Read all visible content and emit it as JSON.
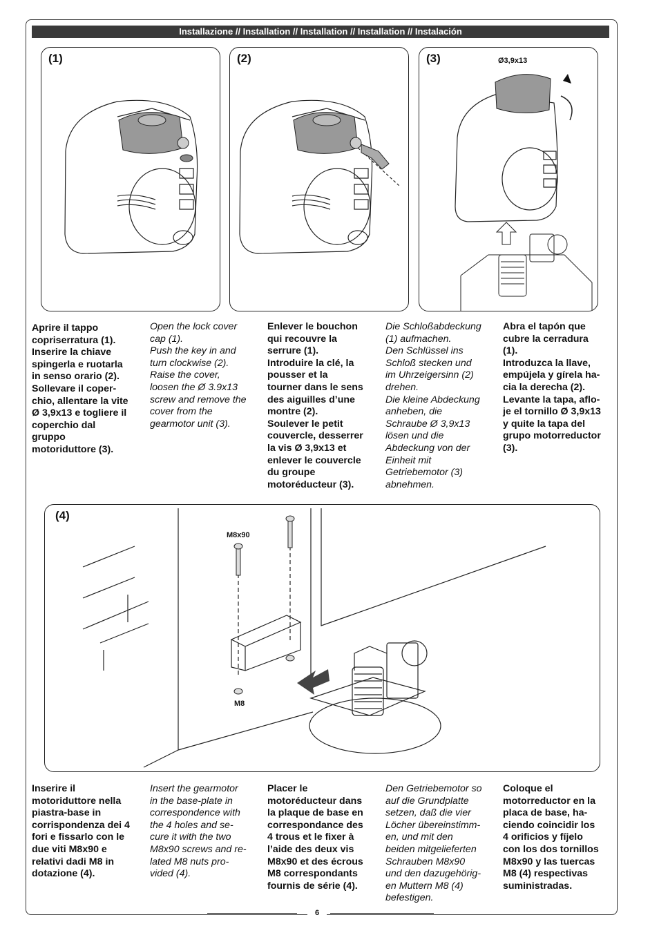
{
  "header": "Installazione // Installation // Installation // Installation // Instalación",
  "panels": {
    "p1": "(1)",
    "p2": "(2)",
    "p3": "(3)",
    "p4": "(4)",
    "screw3": "Ø3,9x13",
    "screw4": "M8x90",
    "nut4": "M8"
  },
  "step1": {
    "it": "Aprire il tappo\ncopriserratura (1).\nInserire la chiave\nspingerla e ruotarla\nin senso orario (2).\nSollevare il coper-\nchio, allentare la vite\nØ 3,9x13 e togliere il\ncoperchio dal\ngruppo\nmotoriduttore (3).",
    "en": "Open the lock cover\ncap (1).\nPush the key in and\nturn clockwise (2).\nRaise the cover,\nloosen the Ø 3.9x13\nscrew and remove the\ncover from the\ngearmotor unit (3).",
    "fr": "Enlever le bouchon\nqui recouvre la\nserrure (1).\nIntroduire la clé, la\npousser et la\ntourner dans le sens\ndes aiguilles d’une\nmontre (2).\nSoulever le petit\ncouvercle, desserrer\nla vis Ø 3,9x13 et\nenlever le couvercle\ndu groupe\nmotoréducteur (3).",
    "de": "Die Schloßabdeckung\n(1) aufmachen.\nDen Schlüssel ins\nSchloß stecken und\nim Uhrzeigersinn (2)\ndrehen.\nDie kleine Abdeckung\nanheben, die\nSchraube Ø 3,9x13\nlösen und die\nAbdeckung von der\nEinheit mit\nGetriebemotor (3)\nabnehmen.",
    "es": "Abra el tapón que\ncubre la cerradura\n(1).\nIntroduzca la llave,\nempújela y gírela ha-\ncia la derecha (2).\nLevante la tapa, aflo-\nje el tornillo Ø 3,9x13\ny quite la tapa del\ngrupo motorreductor\n(3)."
  },
  "step2": {
    "it": "Inserire il\nmotoriduttore nella\npiastra-base in\ncorrispondenza dei 4\nfori e fissarlo con le\ndue viti M8x90 e\nrelativi dadi M8 in\ndotazione (4).",
    "en": "Insert the gearmotor\nin the base-plate in\ncorrespondence with\nthe 4 holes and se-\ncure it with the two\nM8x90 screws and re-\nlated M8 nuts pro-\nvided (4).",
    "fr": "Placer le\nmotoréducteur dans\nla plaque de base en\ncorrespondance des\n4 trous et le fixer à\nl’aide des deux vis\nM8x90 et des écrous\nM8 correspondants\nfournis de série (4).",
    "de": "Den Getriebemotor so\nauf die Grundplatte\nsetzen, daß die vier\nLöcher übereinstimm-\nen, und mit den\nbeiden mitgelieferten\nSchrauben M8x90\nund den dazugehörig-\nen Muttern M8 (4)\nbefestigen.",
    "es": "Coloque el\nmotorreductor en la\nplaca de base, ha-\nciendo coincidir los\n4 orificios y fíjelo\ncon los dos tornillos\nM8x90 y las tuercas\nM8 (4) respectivas\nsuministradas."
  },
  "page_number": "6"
}
